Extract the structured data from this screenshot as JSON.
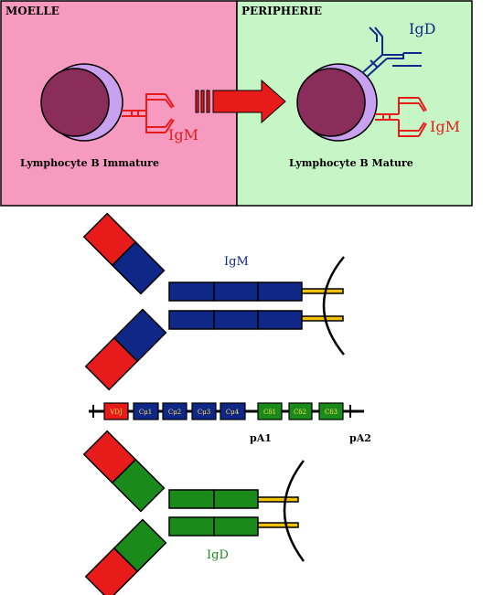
{
  "top_panel": {
    "left_title": "MOELLE",
    "right_title": "PERIPHERIE",
    "left_cell_label": "Lymphocyte B Immature",
    "right_cell_label": "Lymphocyte B Mature",
    "igm_label_left": "IgM",
    "igm_label_right": "IgM",
    "igd_label_top": "IgD",
    "colors": {
      "moelle_bg": "#f79ac0",
      "peripherie_bg": "#c6f5c6",
      "cell_membrane": "#c8a2f0",
      "cell_nucleus": "#8b2d5a",
      "igm": "#e81b1b",
      "igd": "#102a8c",
      "arrow": "#e81b1b"
    }
  },
  "igm_diagram": {
    "label": "IgM",
    "colors": {
      "variable": "#e81b1b",
      "constant": "#0f2787",
      "tail": "#f2c200"
    }
  },
  "gene_map": {
    "segments": [
      "VDJ",
      "Cμ1",
      "Cμ2",
      "Cμ3",
      "Cμ4",
      "Cδ1",
      "Cδ2",
      "Cδ3"
    ],
    "pa1": "pA1",
    "pa2": "pA2",
    "colors": {
      "vdj": "#e81b1b",
      "cmu": "#0f2787",
      "cdelta": "#1a8a1a",
      "seg_text": "#ffe14a"
    }
  },
  "igd_diagram": {
    "label": "IgD",
    "colors": {
      "variable": "#e81b1b",
      "constant": "#1a8a1a",
      "tail": "#f2c200"
    }
  }
}
